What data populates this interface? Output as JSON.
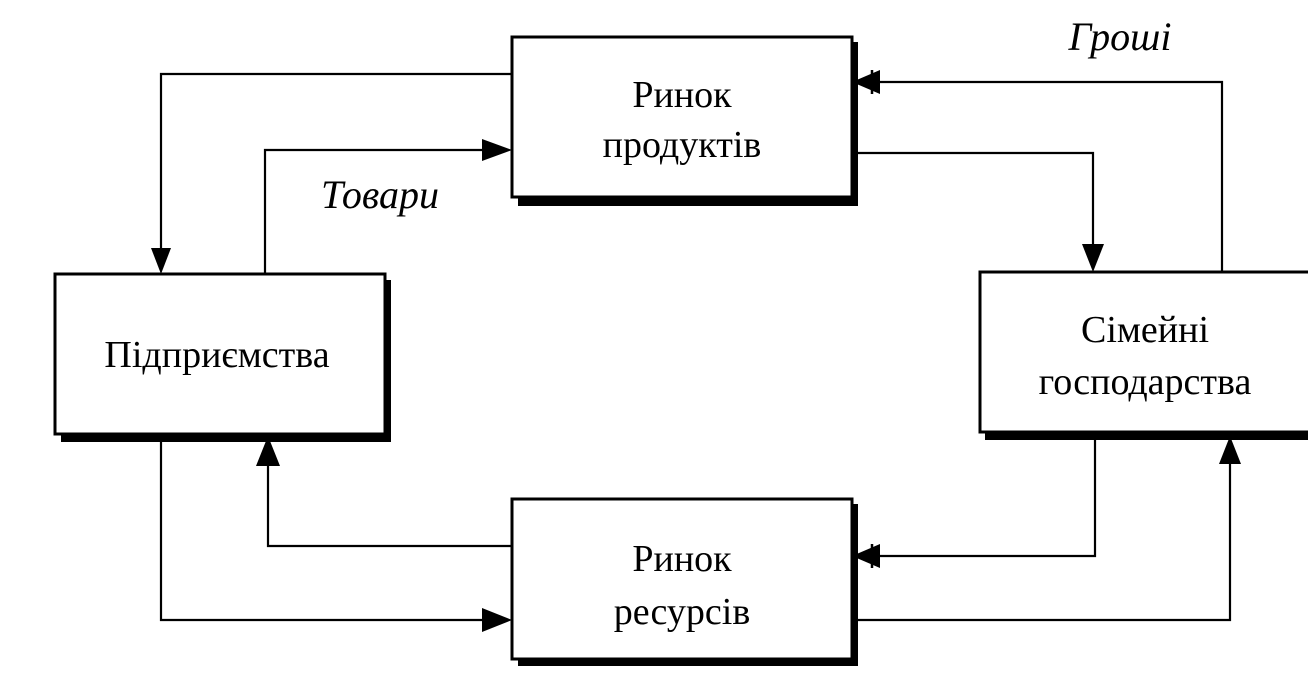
{
  "boxes": {
    "product_market": {
      "line1": "Ринок",
      "line2": "продуктів"
    },
    "firms": {
      "line1": "Підприємства"
    },
    "households": {
      "line1": "Сімейні",
      "line2": "господарства"
    },
    "resource_market": {
      "line1": "Ринок",
      "line2": "ресурсів"
    }
  },
  "flow_labels": {
    "goods": "Товари",
    "money": "Гроші"
  }
}
